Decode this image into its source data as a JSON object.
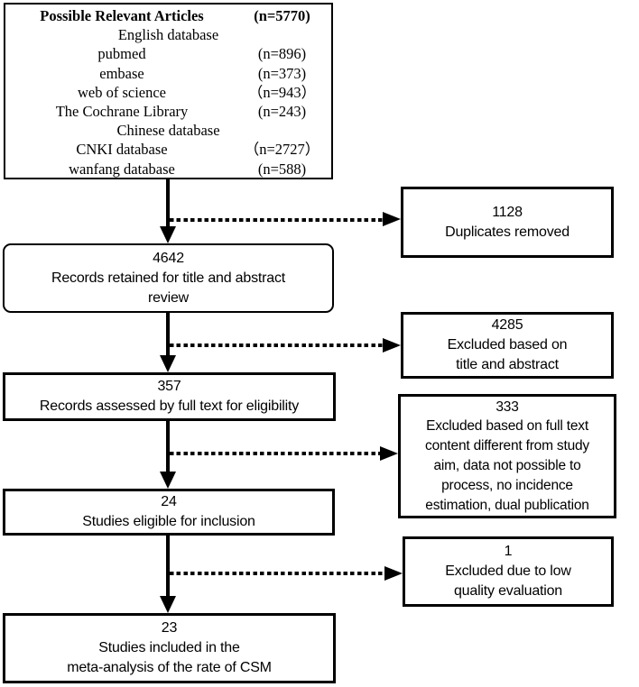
{
  "colors": {
    "line": "#000000",
    "border": "#000000",
    "background": "#ffffff",
    "text": "#000000"
  },
  "top_box": {
    "title": "Possible Relevant Articles",
    "title_count": "(n=5770)",
    "rows": [
      {
        "label": "English database",
        "count": ""
      },
      {
        "label": "pubmed",
        "count": "(n=896)"
      },
      {
        "label": "embase",
        "count": "(n=373)"
      },
      {
        "label": "web of science",
        "count": "（n=943）"
      },
      {
        "label": "The Cochrane Library",
        "count": "(n=243)"
      },
      {
        "label": "Chinese database",
        "count": ""
      },
      {
        "label": "CNKI database",
        "count": "（n=2727）"
      },
      {
        "label": "wanfang database",
        "count": "(n=588)"
      }
    ]
  },
  "main_boxes": [
    {
      "count": "4642",
      "lines": [
        "Records retained for title and abstract",
        "review"
      ]
    },
    {
      "count": "357",
      "lines": [
        "Records assessed by full text for eligibility"
      ]
    },
    {
      "count": "24",
      "lines": [
        "Studies eligible for inclusion"
      ]
    },
    {
      "count": "23",
      "lines": [
        "Studies included in the",
        "meta-analysis of the rate of CSM"
      ]
    }
  ],
  "side_boxes": [
    {
      "count": "1128",
      "lines": [
        "Duplicates removed"
      ]
    },
    {
      "count": "4285",
      "lines": [
        "Excluded based on",
        "title and abstract"
      ]
    },
    {
      "count": "333",
      "lines": [
        "Excluded based on full text",
        "content different from study",
        "aim, data not possible to",
        "process, no incidence",
        "estimation, dual publication"
      ]
    },
    {
      "count": "1",
      "lines": [
        "Excluded due to low",
        "quality evaluation"
      ]
    }
  ]
}
